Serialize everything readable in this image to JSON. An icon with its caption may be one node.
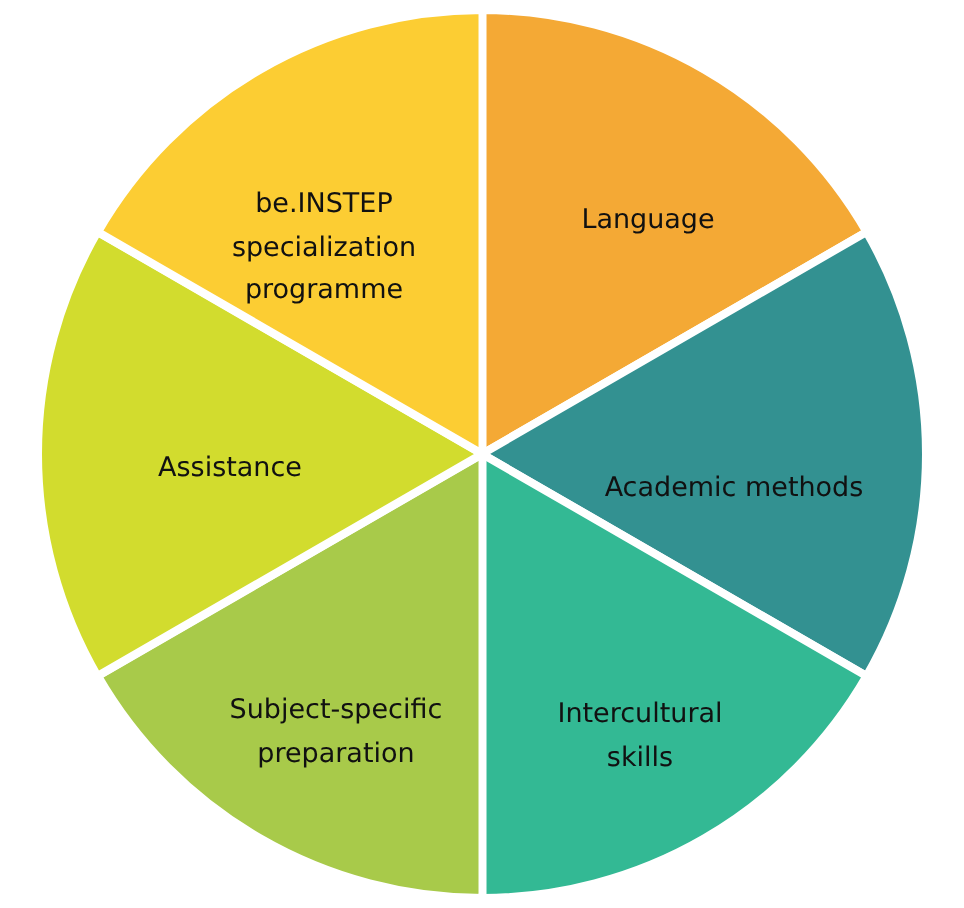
{
  "diagram": {
    "nodes": [
      {
        "text": [
          "Language"
        ]
      },
      {
        "text": [
          "Academic methods"
        ]
      },
      {
        "text": [
          "Intercultural skills"
        ]
      },
      {
        "text": [
          "Subject-specific preparation"
        ]
      },
      {
        "text": [
          "Assistance"
        ]
      },
      {
        "text": [
          "be.INSTEP specialization programme"
        ]
      }
    ]
  }
}
